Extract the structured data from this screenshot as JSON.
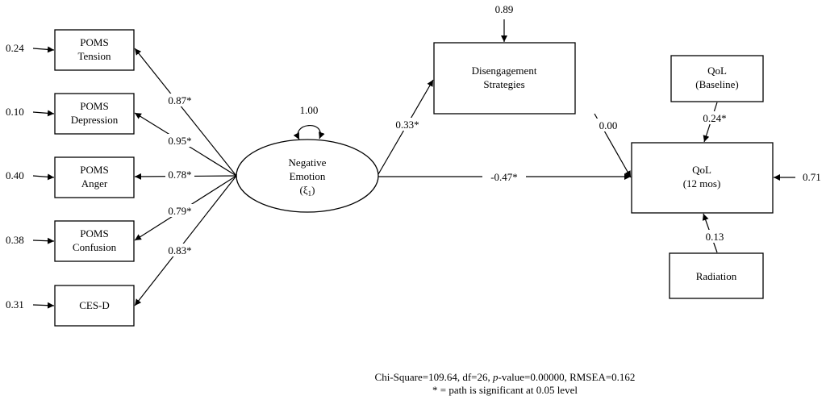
{
  "nodes": {
    "poms_tension": {
      "line1": "POMS",
      "line2": "Tension"
    },
    "poms_depression": {
      "line1": "POMS",
      "line2": "Depression"
    },
    "poms_anger": {
      "line1": "POMS",
      "line2": "Anger"
    },
    "poms_confusion": {
      "line1": "POMS",
      "line2": "Confusion"
    },
    "ces_d": {
      "line1": "CES-D"
    },
    "negative_emotion": {
      "line1": "Negative",
      "line2": "Emotion",
      "line3_symbol": "(ξ",
      "line3_sub": "1",
      "line3_close": ")"
    },
    "disengagement": {
      "line1": "Disengagement",
      "line2": "Strategies"
    },
    "qol_baseline": {
      "line1": "QoL",
      "line2": "(Baseline)"
    },
    "qol_12mos": {
      "line1": "QoL",
      "line2": "(12 mos)"
    },
    "radiation": {
      "line1": "Radiation"
    }
  },
  "errors": {
    "poms_tension": "0.24",
    "poms_depression": "0.10",
    "poms_anger": "0.40",
    "poms_confusion": "0.38",
    "ces_d": "0.31",
    "disengagement": "0.89",
    "qol_12mos": "0.71",
    "negative_emotion_variance": "1.00"
  },
  "paths": {
    "neg_to_tension": "0.87*",
    "neg_to_depression": "0.95*",
    "neg_to_anger": "0.78*",
    "neg_to_confusion": "0.79*",
    "neg_to_cesd": "0.83*",
    "neg_to_disengagement": "0.33*",
    "disengagement_to_qol": "0.00",
    "neg_to_qol": "-0.47*",
    "baseline_to_qol": "0.24*",
    "radiation_to_qol": "0.13"
  },
  "footer": {
    "stats_pre": "Chi-Square=109.64, df=26, ",
    "stats_p": "p",
    "stats_post": "-value=0.00000, RMSEA=0.162",
    "note": "* = path is significant at 0.05 level"
  }
}
